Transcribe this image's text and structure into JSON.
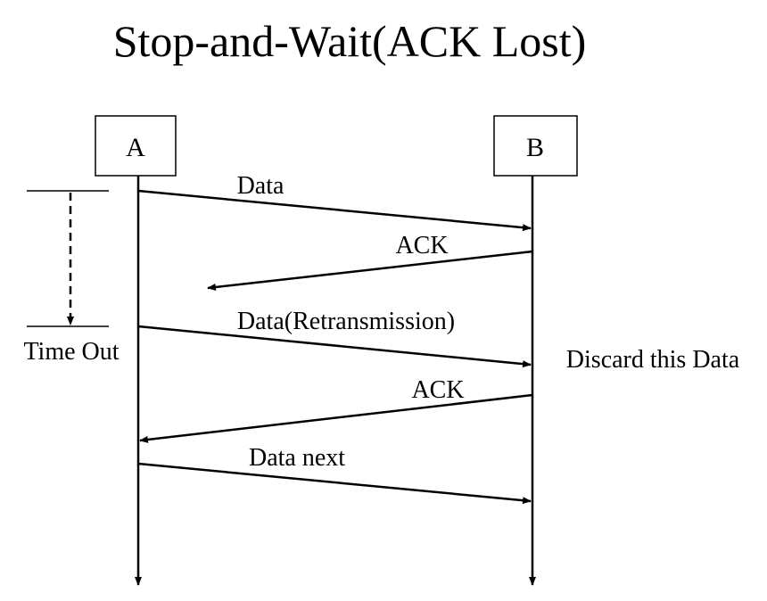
{
  "title": "Stop-and-Wait(ACK Lost)",
  "nodes": {
    "a": "A",
    "b": "B"
  },
  "messages": [
    {
      "label": "Data",
      "direction": "A-to-B",
      "arrives": true
    },
    {
      "label": "ACK",
      "direction": "B-to-A",
      "arrives": false
    },
    {
      "label": "Data(Retransmission)",
      "direction": "A-to-B",
      "arrives": true
    },
    {
      "label": "ACK",
      "direction": "B-to-A",
      "arrives": true
    },
    {
      "label": "Data next",
      "direction": "A-to-B",
      "arrives": true
    }
  ],
  "timeout_label": "Time Out",
  "receiver_note": "Discard this Data",
  "colors": {
    "ink": "#000000",
    "background": "#ffffff"
  }
}
